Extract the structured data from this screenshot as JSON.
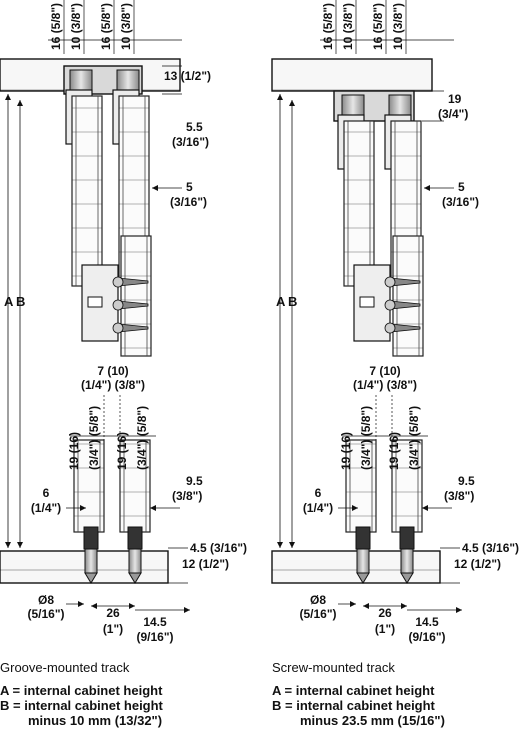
{
  "panels": [
    {
      "id": "groove",
      "title": "Groove-mounted track",
      "legend_a": "A = internal cabinet height",
      "legend_b1": "B = internal cabinet height",
      "legend_b2": "minus 10 mm (13/32\")",
      "dims": {
        "top_rail_h": [
          "13 (1/2\")"
        ],
        "hanger_offset": [
          "5.5",
          "(3/16\")"
        ],
        "door_gap": [
          "5",
          "(3/16\")"
        ],
        "mid_pair": [
          "7 (10)",
          "(1/4\") (3/8\")"
        ],
        "guide_pin": [
          "6",
          "(1/4\")"
        ],
        "guide_off": [
          "9.5",
          "(3/8\")"
        ],
        "bottom_gap": [
          "4.5 (3/16\")"
        ],
        "bottom_rail_h": [
          "12 (1/2\")"
        ],
        "pin_dia": [
          "Ø8",
          "(5/16\")"
        ],
        "pin_spacing": [
          "26",
          "(1\")"
        ],
        "rail_depth": [
          "14.5",
          "(9/16\")"
        ],
        "height_a": "A",
        "height_b": "B"
      },
      "top_labels": [
        "16 (5/8\")",
        "10 (3/8\")",
        "16 (5/8\")",
        "10 (3/8\")"
      ],
      "mid_labels": [
        "19 (16)",
        "(3/4\") (5/8\")",
        "19 (16)",
        "(3/4\") (5/8\")"
      ]
    },
    {
      "id": "screw",
      "title": "Screw-mounted track",
      "legend_a": "A = internal cabinet height",
      "legend_b1": "B = internal cabinet height",
      "legend_b2": "minus 23.5 mm (15/16\")",
      "dims": {
        "top_rail_h": [
          "19",
          "(3/4\")"
        ],
        "door_gap": [
          "5",
          "(3/16\")"
        ],
        "mid_pair": [
          "7 (10)",
          "(1/4\") (3/8\")"
        ],
        "guide_pin": [
          "6",
          "(1/4\")"
        ],
        "guide_off": [
          "9.5",
          "(3/8\")"
        ],
        "bottom_gap": [
          "4.5 (3/16\")"
        ],
        "bottom_rail_h": [
          "12 (1/2\")"
        ],
        "pin_dia": [
          "Ø8",
          "(5/16\")"
        ],
        "pin_spacing": [
          "26",
          "(1\")"
        ],
        "rail_depth": [
          "14.5",
          "(9/16\")"
        ],
        "height_a": "A",
        "height_b": "B"
      },
      "top_labels": [
        "16 (5/8\")",
        "10 (3/8\")",
        "16 (5/8\")",
        "10 (3/8\")"
      ],
      "mid_labels": [
        "19 (16)",
        "(3/4\") (5/8\")",
        "19 (16)",
        "(3/4\") (5/8\")"
      ]
    }
  ]
}
